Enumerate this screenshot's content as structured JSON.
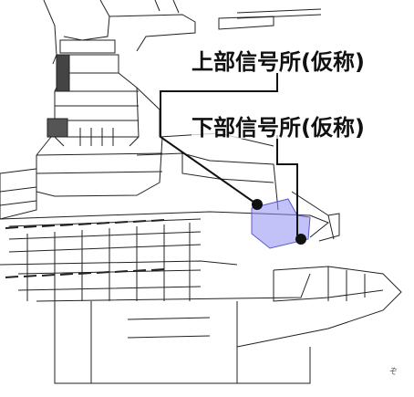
{
  "labels": {
    "upper": "上部信号所(仮称)",
    "lower": "下部信号所(仮称)"
  },
  "signature": "ぞ",
  "colors": {
    "line": "#222222",
    "highlight": "#8f8ff2",
    "background": "#ffffff"
  }
}
